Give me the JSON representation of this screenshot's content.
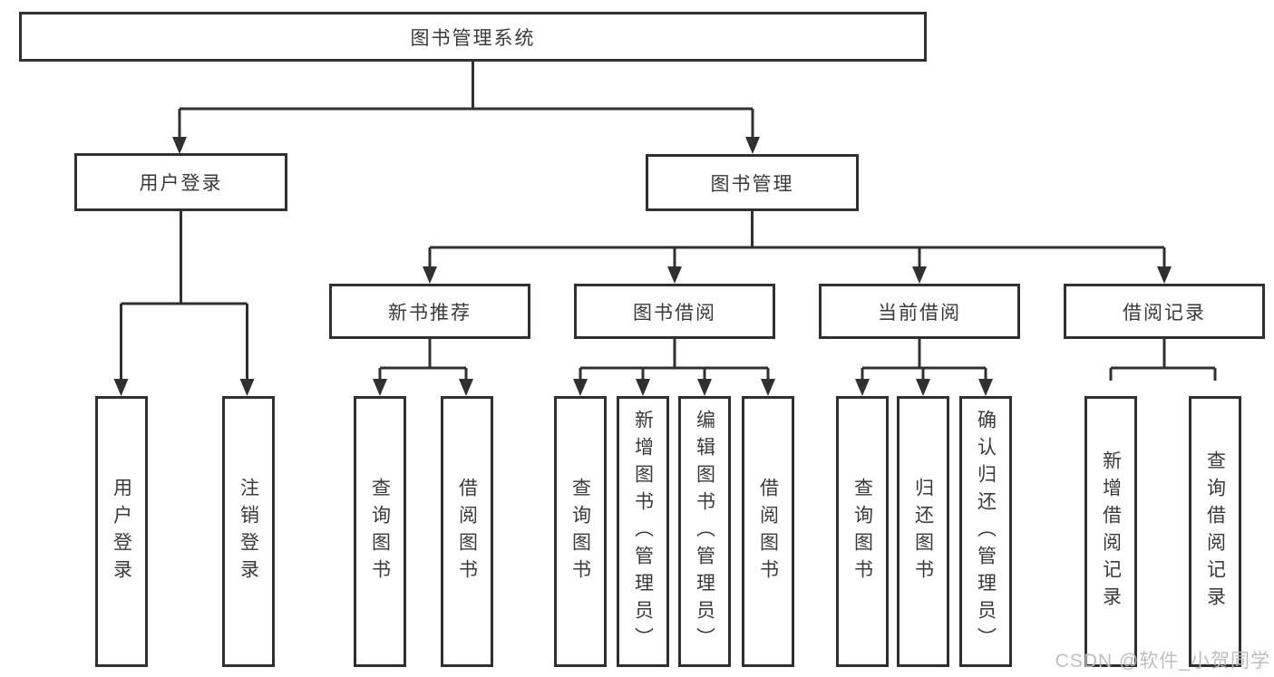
{
  "colors": {
    "line": "#303032",
    "text": "#3a3a3c",
    "watermark": "#b9bbc2",
    "background": "#ffffff"
  },
  "tree": {
    "root": "图书管理系统",
    "l1": [
      "用户登录",
      "图书管理"
    ],
    "l2": [
      "新书推荐",
      "图书借阅",
      "当前借阅",
      "借阅记录"
    ],
    "leaves": [
      "用户登录",
      "注销登录",
      "查询图书",
      "借阅图书",
      "查询图书",
      "新增图书（管理员）",
      "编辑图书（管理员）",
      "借阅图书",
      "查询图书",
      "归还图书",
      "确认归还（管理员）",
      "新增借阅记录",
      "查询借阅记录"
    ]
  },
  "watermark": "CSDN @软件_小贺同学"
}
